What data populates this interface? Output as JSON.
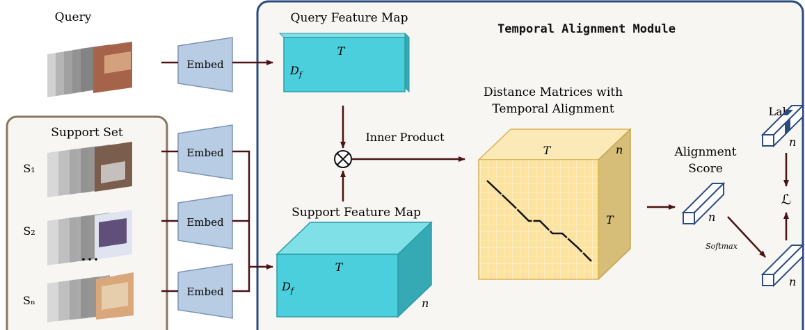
{
  "query_label": "Query",
  "support_set_title": "Support Set",
  "support_labels": [
    "S₁",
    "S₂",
    "Sₙ"
  ],
  "ellipsis": "•••",
  "embed_label": "Embed",
  "module_title": "Temporal Alignment Module",
  "query_map_label": "Query Feature Map",
  "support_map_label": "Support Feature Map",
  "inner_product_label": "Inner Product",
  "dist_label_line1": "Distance Matrices with",
  "dist_label_line2": "Temporal Alignment",
  "alignment_line1": "Alignment",
  "alignment_line2": "Score",
  "label_text": "Label",
  "softmax_label": "Softmax",
  "sym_T": "T",
  "sym_n": "n",
  "sym_Df": "Df",
  "loss_symbol": "ℒ",
  "colors": {
    "module_border": "#2b4a7e",
    "support_border": "#8a7660",
    "embed_fill": "#b8cce4",
    "cube_front": "#4ccfdc",
    "cube_top": "#7fe0e8",
    "cube_side": "#35a9b4",
    "matrix_front": "#fde3a0",
    "matrix_top": "#fbeab8",
    "matrix_side": "#d6bd78",
    "arrow": "#4a1215"
  }
}
